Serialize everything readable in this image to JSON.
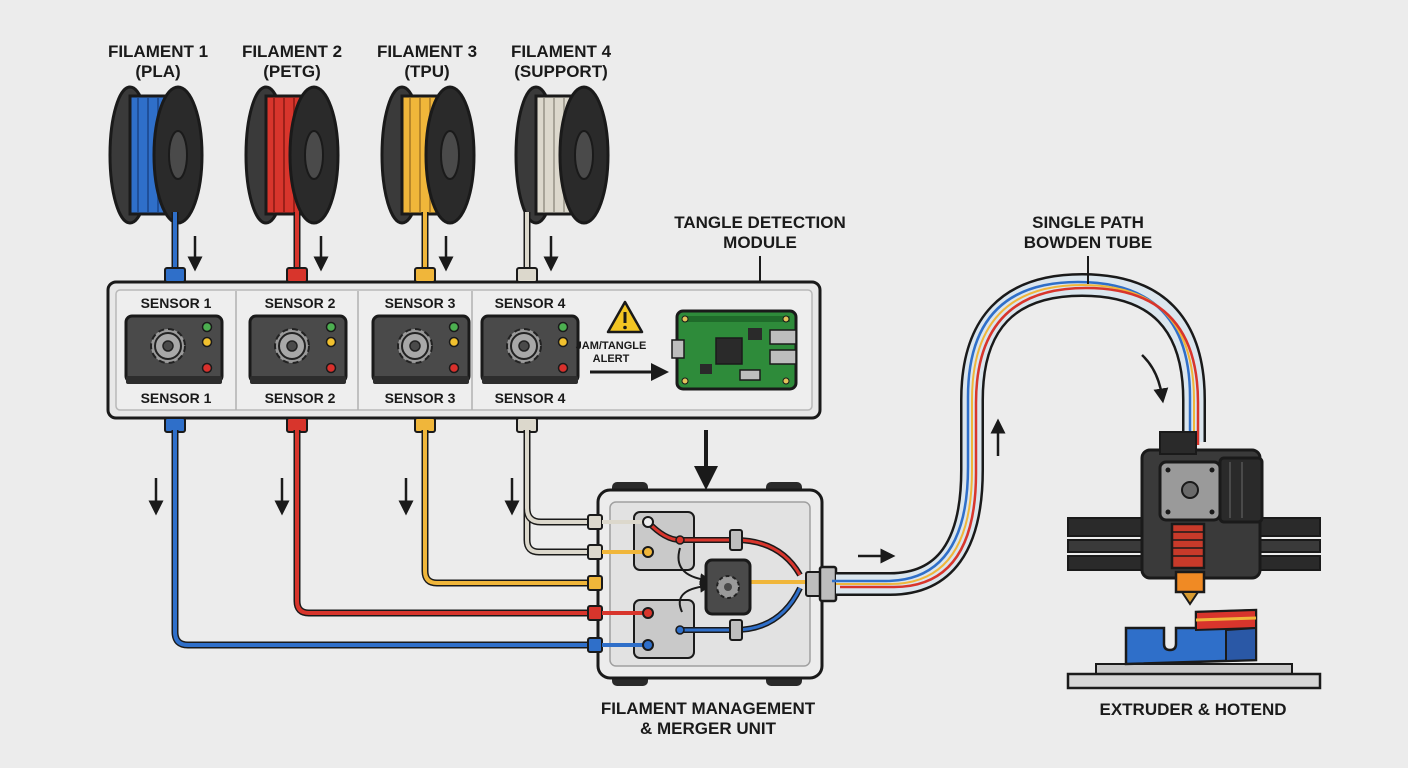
{
  "spools": [
    {
      "title": "FILAMENT 1",
      "material": "(PLA)",
      "color": "#2f6fc9"
    },
    {
      "title": "FILAMENT 2",
      "material": "(PETG)",
      "color": "#d8352c"
    },
    {
      "title": "FILAMENT 3",
      "material": "(TPU)",
      "color": "#f0b63a"
    },
    {
      "title": "FILAMENT 4",
      "material": "(SUPPORT)",
      "color": "#dcd8cc"
    }
  ],
  "module": {
    "title_line1": "TANGLE DETECTION",
    "title_line2": "MODULE",
    "sensors": [
      {
        "top": "SENSOR 1",
        "bottom": "SENSOR 1"
      },
      {
        "top": "SENSOR 2",
        "bottom": "SENSOR 2"
      },
      {
        "top": "SENSOR 3",
        "bottom": "SENSOR 3"
      },
      {
        "top": "SENSOR 4",
        "bottom": "SENSOR 4"
      }
    ],
    "alert_line1": "JAM/TANGLE",
    "alert_line2": "ALERT"
  },
  "merger": {
    "label_line1": "FILAMENT MANAGEMENT",
    "label_line2": "& MERGER UNIT"
  },
  "tube": {
    "label_line1": "SINGLE PATH",
    "label_line2": "BOWDEN TUBE"
  },
  "extruder": {
    "label": "EXTRUDER & HOTEND"
  },
  "colors": {
    "background": "#ececec",
    "outline": "#1a1a1a",
    "panel": "#e6e6e6",
    "sensor_body": "#4a4a4a",
    "board_green": "#2e8b3a",
    "led_green": "#4caf50",
    "led_yellow": "#f2c12e",
    "led_red": "#d9302c",
    "warning": "#f3c623"
  }
}
